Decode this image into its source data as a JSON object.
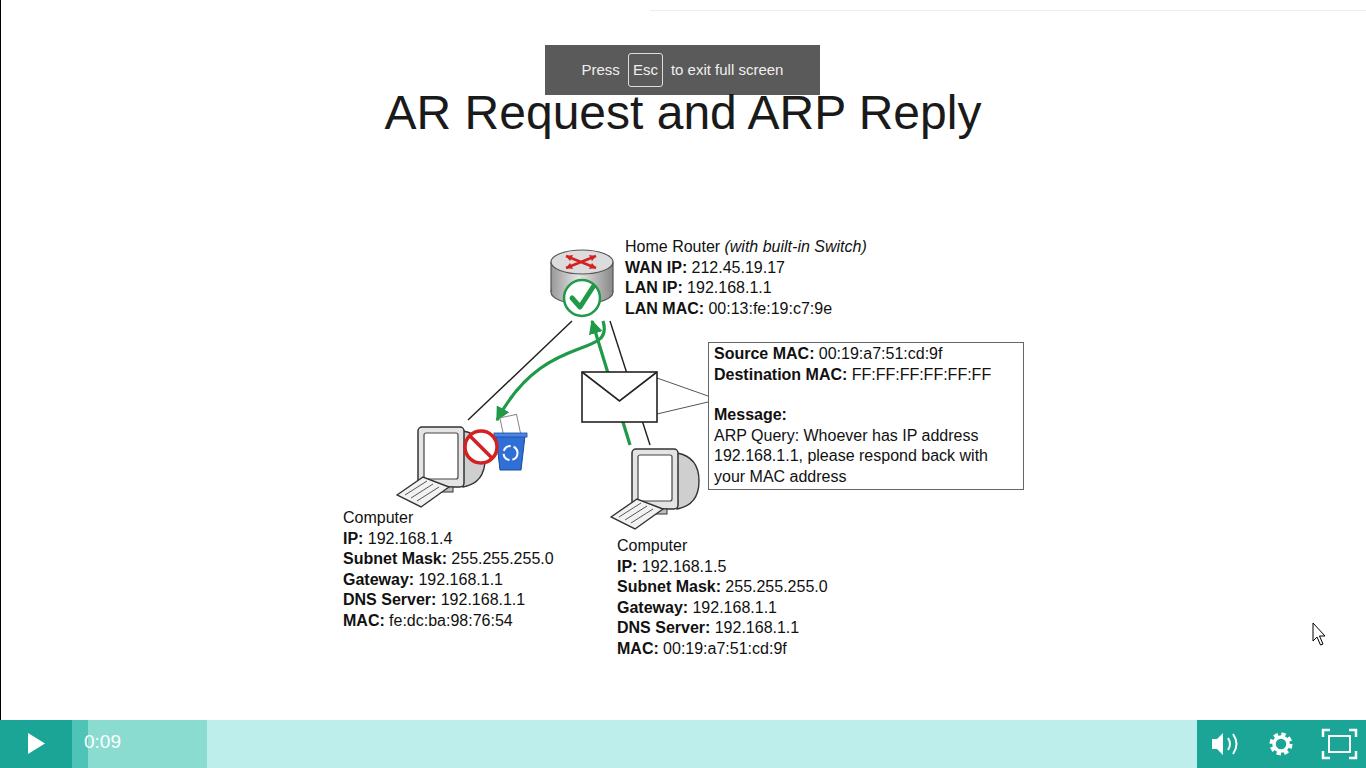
{
  "diagram": {
    "title": "AR Request and ARP Reply",
    "nodes": [
      {
        "text": [
          "Home Router",
          "(with built-in Switch)",
          "WAN IP:",
          "212.45.19.17",
          "LAN IP:",
          "192.168.1.1",
          "LAN MAC:",
          "00:13:fe:19:c7:9e"
        ]
      },
      {
        "text": [
          "Source MAC:",
          "00:19:a7:51:cd:9f",
          "Destination MAC:",
          "FF:FF:FF:FF:FF:FF",
          "Message:",
          "ARP Query: Whoever has IP address 192.168.1.1, please respond back with your MAC address"
        ]
      },
      {
        "text": [
          "Computer",
          "IP:",
          "192.168.1.4",
          "Subnet Mask:",
          "255.255.255.0",
          "Gateway:",
          "192.168.1.1",
          "DNS Server:",
          "192.168.1.1",
          "MAC:",
          "fe:dc:ba:98:76:54"
        ]
      },
      {
        "text": [
          "Computer",
          "IP:",
          "192.168.1.5",
          "Subnet Mask:",
          "255.255.255.0",
          "Gateway:",
          "192.168.1.1",
          "DNS Server:",
          "192.168.1.1",
          "MAC:",
          "00:19:a7:51:cd:9f"
        ]
      }
    ],
    "edges": [
      {
        "from": 0,
        "to": 2,
        "arrow": "none"
      },
      {
        "from": 0,
        "to": 3,
        "arrow": "none"
      },
      {
        "from": 3,
        "to": 0,
        "arrow": "to"
      },
      {
        "from": 0,
        "to": 2,
        "arrow": "to"
      }
    ],
    "labels": [
      "Press",
      "Esc",
      "to exit full screen",
      "0:09"
    ]
  }
}
